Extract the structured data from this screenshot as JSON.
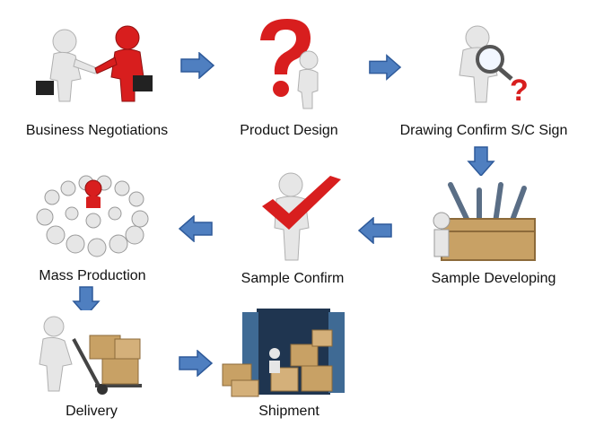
{
  "steps": [
    {
      "label": "Business Negotiations",
      "icon": "handshake-icon"
    },
    {
      "label": "Product Design",
      "icon": "question-mark-icon"
    },
    {
      "label": "Drawing Confirm S/C Sign",
      "icon": "magnifier-question-icon"
    },
    {
      "label": "Sample Developing",
      "icon": "toolbox-icon"
    },
    {
      "label": "Sample Confirm",
      "icon": "checkmark-icon"
    },
    {
      "label": "Mass Production",
      "icon": "crowd-icon"
    },
    {
      "label": "Delivery",
      "icon": "hand-truck-icon"
    },
    {
      "label": "Shipment",
      "icon": "container-icon"
    }
  ],
  "colors": {
    "arrow": "#4F7FC0",
    "arrow_edge": "#2E5A9A",
    "figure": "#D9D9D9",
    "figure_shade": "#A8A8A8",
    "accent_red": "#D81E1E",
    "box": "#C8A165"
  }
}
